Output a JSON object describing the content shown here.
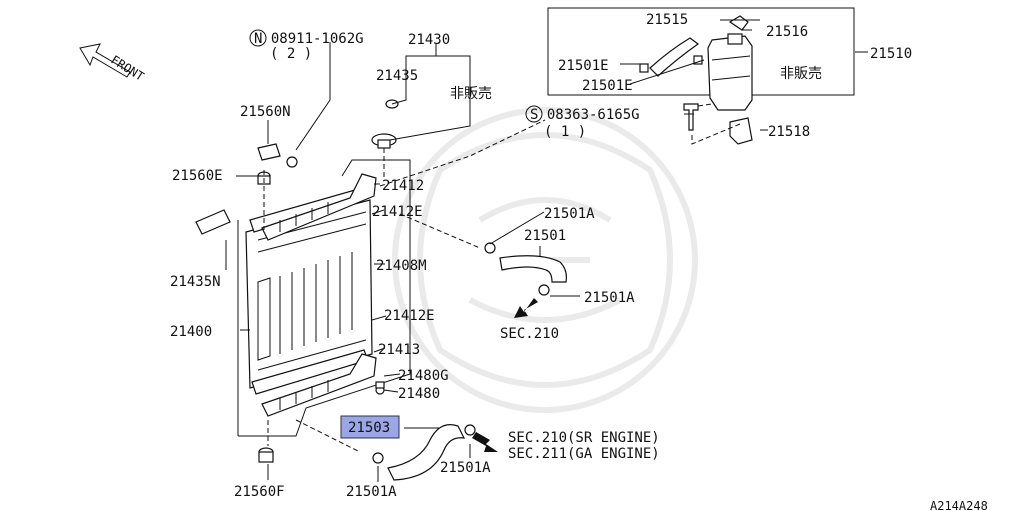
{
  "figure_id": "A214A248",
  "direction": {
    "arrow_label": "FRONT"
  },
  "labels": {
    "p21515": "21515",
    "p21516": "21516",
    "p21510": "21510",
    "p21501E_1": "21501E",
    "p21501E_2": "21501E",
    "not_sold_tank": "非販売",
    "s_part": "S 08363-6165G",
    "s_part_qty": "( 1 )",
    "p21518": "21518",
    "n_part": "N 08911-1062G",
    "n_part_qty": "( 2 )",
    "p21430": "21430",
    "p21435": "21435",
    "not_sold_cap": "非販売",
    "p21560N": "21560N",
    "p21560E": "21560E",
    "p21412": "21412",
    "p21412E_top": "21412E",
    "p21501A_top": "21501A",
    "p21501_hose": "21501",
    "p21501A_mid": "21501A",
    "sec210_upper": "SEC.210",
    "p21435N": "21435N",
    "p21408M": "21408M",
    "p21412E_bottom": "21412E",
    "p21400": "21400",
    "p21413": "21413",
    "p21480G": "21480G",
    "p21480": "21480",
    "p21503": "21503",
    "sec210_sr": "SEC.210(SR ENGINE)",
    "sec211_ga": "SEC.211(GA ENGINE)",
    "p21501A_right": "21501A",
    "p21560F": "21560F",
    "p21501A_bottom": "21501A"
  },
  "highlighted_part": "21503"
}
